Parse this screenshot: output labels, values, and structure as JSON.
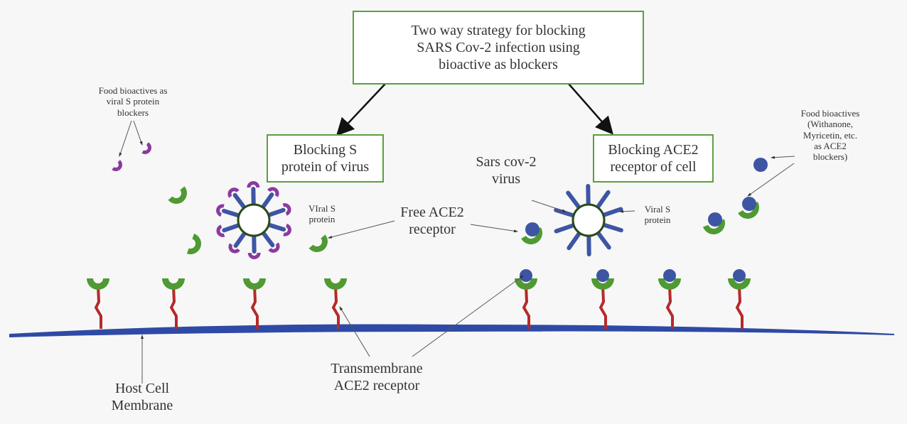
{
  "title_box": {
    "lines": [
      "Two way strategy for blocking",
      "SARS Cov-2 infection using",
      "bioactive as blockers"
    ]
  },
  "left_box": {
    "lines": [
      "Blocking S",
      "protein of virus"
    ]
  },
  "right_box": {
    "lines": [
      "Blocking ACE2",
      "receptor of cell"
    ]
  },
  "labels": {
    "s_blockers": [
      "Food bioactives as",
      "viral S protein",
      "blockers"
    ],
    "ace2_blockers": [
      "Food bioactives",
      "(Withanone,",
      "Myricetin, etc.",
      "as ACE2",
      "blockers)"
    ],
    "viral_s_left": [
      "VIral S",
      "protein"
    ],
    "viral_s_right": [
      "Viral S",
      "protein"
    ],
    "free_ace2": [
      "Free ACE2",
      "receptor"
    ],
    "sars_virus": [
      "Sars cov-2",
      "virus"
    ],
    "host_membrane": [
      "Host Cell",
      "Membrane"
    ],
    "transmembrane": [
      "Transmembrane",
      "ACE2 receptor"
    ]
  },
  "colors": {
    "box_border": "#5aa03c",
    "ace2_green": "#4f9a32",
    "spike_blue": "#3d55a3",
    "blocker_purple": "#8a3aa0",
    "stem_red": "#b52a2a",
    "membrane_blue": "#2f4aa6"
  }
}
